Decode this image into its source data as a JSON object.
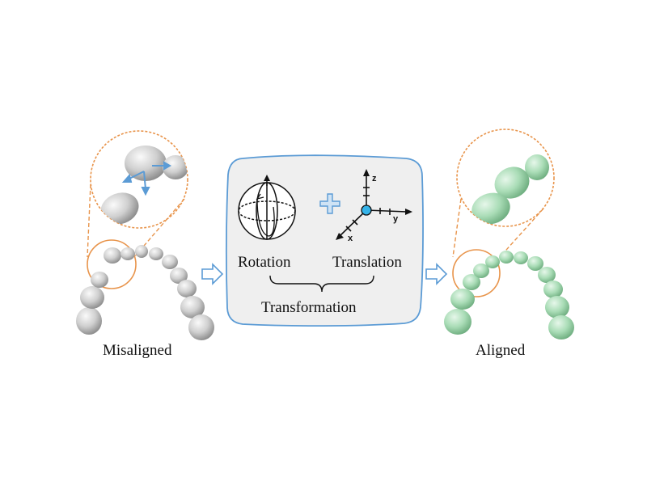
{
  "labels": {
    "misaligned": "Misaligned",
    "aligned": "Aligned",
    "rotation": "Rotation",
    "translation": "Translation",
    "transformation": "Transformation"
  },
  "axes": {
    "x": "x",
    "y": "y",
    "z": "z"
  },
  "colors": {
    "tooth_gray": "#d2d2d2",
    "tooth_green": "#a9dcb6",
    "zoom_orange": "#e8944b",
    "panel_border": "#5b9bd5",
    "panel_fill": "#efefef",
    "arrow_blue": "#5b9bd5",
    "origin_cyan": "#35b3e8"
  },
  "icons": [
    "zoom-circle-icon",
    "right-arrow-icon",
    "plus-icon",
    "rotation-sphere-icon",
    "xyz-axes-icon",
    "brace-icon"
  ]
}
